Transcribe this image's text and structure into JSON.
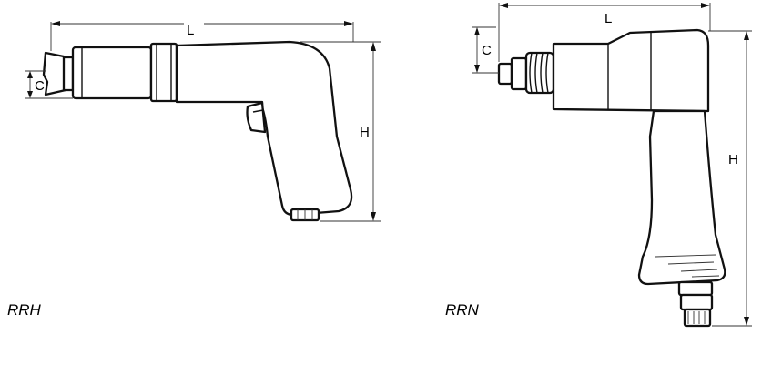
{
  "left_tool": {
    "model": "RRH",
    "dim_length": "L",
    "dim_height": "H",
    "dim_nozzle": "C"
  },
  "right_tool": {
    "model": "RRN",
    "dim_length": "L",
    "dim_height": "H",
    "dim_nozzle": "C"
  },
  "colors": {
    "line": "#111111",
    "background": "#ffffff"
  }
}
